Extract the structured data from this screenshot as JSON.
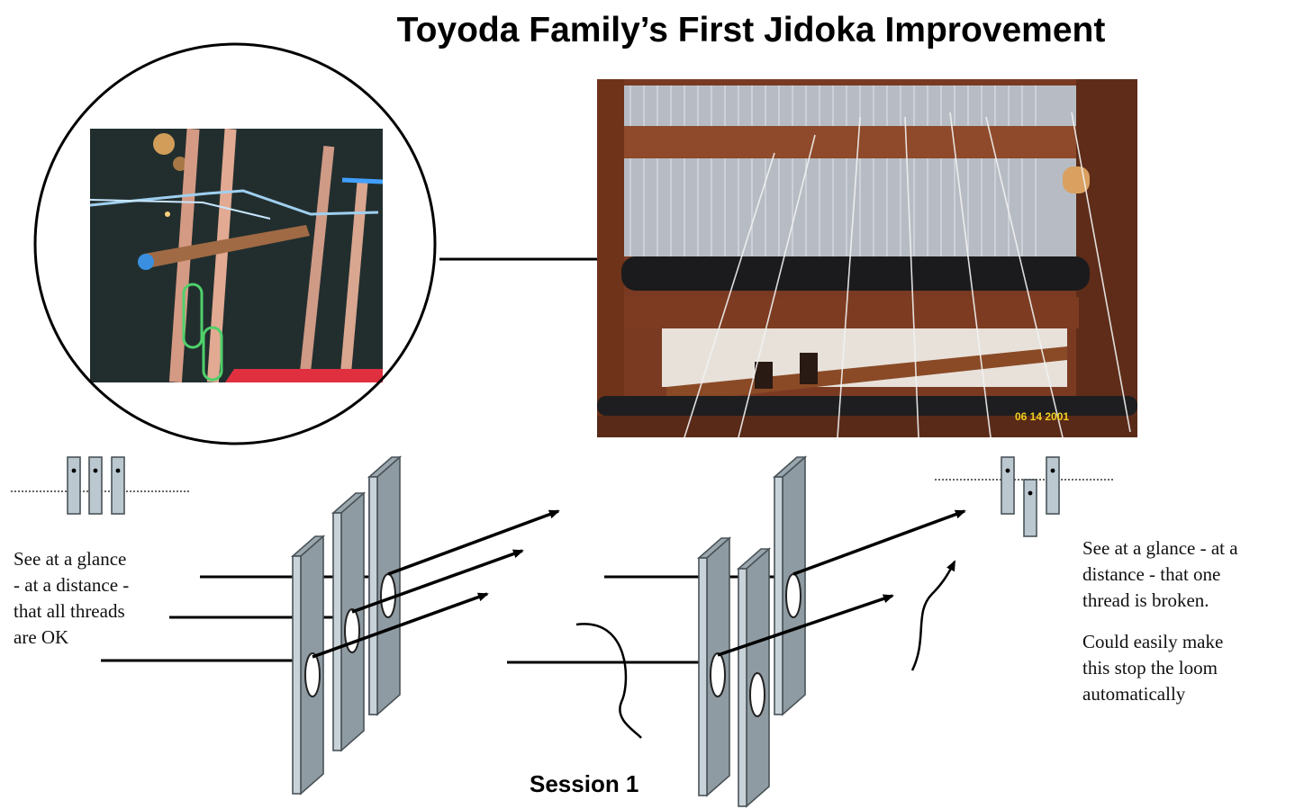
{
  "title": "Toyoda Family’s First Jidoka Improvement",
  "photo": {
    "date_stamp": "06 14 2001"
  },
  "left_note": [
    "See at a glance",
    "- at a distance -",
    "that all threads",
    "are OK"
  ],
  "right_note_1": [
    "See at a glance - at a",
    "distance - that one",
    "thread is broken."
  ],
  "right_note_2": [
    "Could easily make",
    "this stop the loom",
    "automatically"
  ],
  "session_label": "Session 1",
  "colors": {
    "heddle_fill": "#bcc8d0",
    "heddle_stroke": "#4a5358",
    "wood": "#8a4a26",
    "background": "#ffffff"
  }
}
